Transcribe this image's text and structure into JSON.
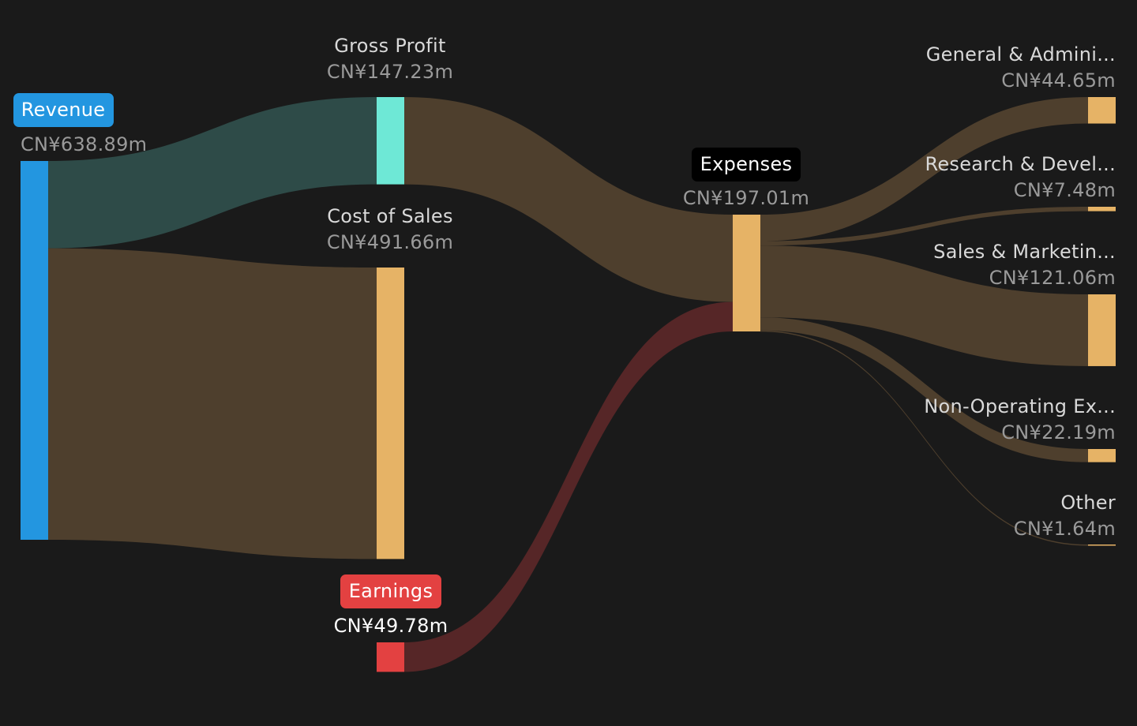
{
  "colors": {
    "background": "#1a1a1a",
    "revenue": "#2396e0",
    "gross_profit": "#6ee8d6",
    "cost": "#e6b366",
    "earnings": "#e34141",
    "expenses_pill": "#000000",
    "flow_profit": "#2e4b48",
    "flow_cost": "#4e3f2d",
    "flow_earnings": "#562627"
  },
  "chart_data": {
    "type": "sankey",
    "currency": "CN¥",
    "unit": "m",
    "nodes": [
      {
        "id": "revenue",
        "name": "Revenue",
        "value": 638.89,
        "value_label": "CN¥638.89m",
        "color": "#2396e0",
        "label_style": "pill"
      },
      {
        "id": "gross_profit",
        "name": "Gross Profit",
        "value": 147.23,
        "value_label": "CN¥147.23m",
        "color": "#6ee8d6",
        "label_style": "plain"
      },
      {
        "id": "cost_of_sales",
        "name": "Cost of Sales",
        "value": 491.66,
        "value_label": "CN¥491.66m",
        "color": "#e6b366",
        "label_style": "plain"
      },
      {
        "id": "earnings",
        "name": "Earnings",
        "value": 49.78,
        "value_label": "CN¥49.78m",
        "color": "#e34141",
        "label_style": "pill"
      },
      {
        "id": "expenses",
        "name": "Expenses",
        "value": 197.01,
        "value_label": "CN¥197.01m",
        "color": "#e6b366",
        "label_style": "pill"
      },
      {
        "id": "general_admin",
        "name": "General & Admini...",
        "value": 44.65,
        "value_label": "CN¥44.65m",
        "color": "#e6b366",
        "label_style": "plain"
      },
      {
        "id": "research_dev",
        "name": "Research & Devel...",
        "value": 7.48,
        "value_label": "CN¥7.48m",
        "color": "#e6b366",
        "label_style": "plain"
      },
      {
        "id": "sales_marketing",
        "name": "Sales & Marketin...",
        "value": 121.06,
        "value_label": "CN¥121.06m",
        "color": "#e6b366",
        "label_style": "plain"
      },
      {
        "id": "non_operating",
        "name": "Non-Operating Ex...",
        "value": 22.19,
        "value_label": "CN¥22.19m",
        "color": "#e6b366",
        "label_style": "plain"
      },
      {
        "id": "other",
        "name": "Other",
        "value": 1.64,
        "value_label": "CN¥1.64m",
        "color": "#e6b366",
        "label_style": "plain"
      }
    ],
    "links": [
      {
        "source": "revenue",
        "target": "gross_profit",
        "value": 147.23,
        "color": "#2e4b48"
      },
      {
        "source": "revenue",
        "target": "cost_of_sales",
        "value": 491.66,
        "color": "#4e3f2d"
      },
      {
        "source": "gross_profit",
        "target": "expenses",
        "value": 147.23,
        "color": "#4e3f2d"
      },
      {
        "source": "earnings",
        "target": "expenses",
        "value": 49.78,
        "color": "#562627"
      },
      {
        "source": "expenses",
        "target": "general_admin",
        "value": 44.65,
        "color": "#4e3f2d"
      },
      {
        "source": "expenses",
        "target": "research_dev",
        "value": 7.48,
        "color": "#4e3f2d"
      },
      {
        "source": "expenses",
        "target": "sales_marketing",
        "value": 121.06,
        "color": "#4e3f2d"
      },
      {
        "source": "expenses",
        "target": "non_operating",
        "value": 22.19,
        "color": "#4e3f2d"
      },
      {
        "source": "expenses",
        "target": "other",
        "value": 1.64,
        "color": "#4e3f2d"
      }
    ]
  }
}
